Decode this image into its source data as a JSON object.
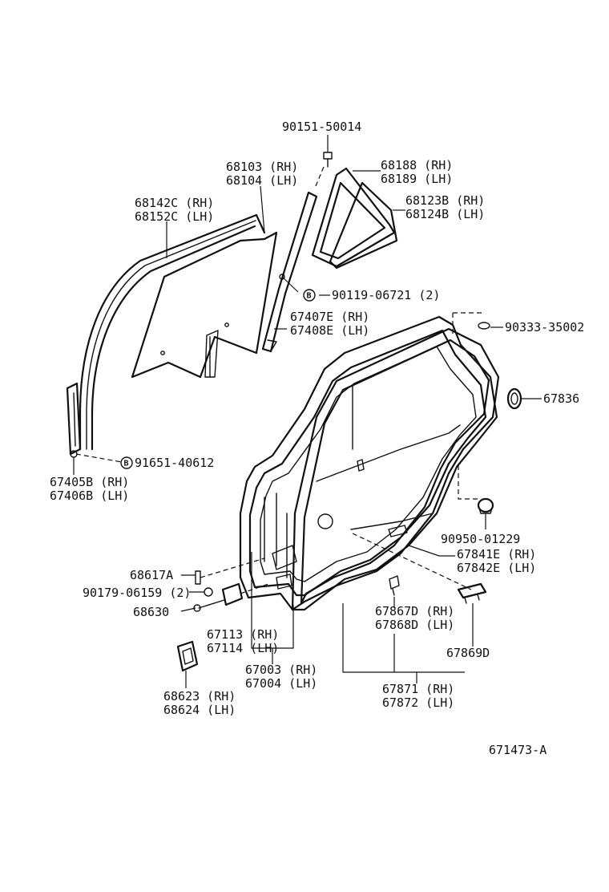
{
  "diagram_code": "671473-A",
  "callouts": {
    "c_90151": [
      "90151-50014"
    ],
    "c_68188": [
      "68188 (RH)",
      "68189 (LH)"
    ],
    "c_68103": [
      "68103 (RH)",
      "68104 (LH)"
    ],
    "c_68123": [
      "68123B (RH)",
      "68124B (LH)"
    ],
    "c_68142": [
      "68142C (RH)",
      "68152C (LH)"
    ],
    "c_90119": [
      "90119-06721 (2)"
    ],
    "c_67407": [
      "67407E (RH)",
      "67408E (LH)"
    ],
    "c_90333": [
      "90333-35002"
    ],
    "c_67836": [
      "67836"
    ],
    "c_91651": [
      "91651-40612"
    ],
    "c_67405": [
      "67405B (RH)",
      "67406B (LH)"
    ],
    "c_90950": [
      "90950-01229"
    ],
    "c_67841": [
      "67841E (RH)",
      "67842E (LH)"
    ],
    "c_68617": [
      "68617A"
    ],
    "c_90179": [
      "90179-06159 (2)"
    ],
    "c_68630": [
      "68630"
    ],
    "c_67113": [
      "67113 (RH)",
      "67114 (LH)"
    ],
    "c_67867": [
      "67867D (RH)",
      "67868D (LH)"
    ],
    "c_67869": [
      "67869D"
    ],
    "c_67003": [
      "67003 (RH)",
      "67004 (LH)"
    ],
    "c_67871": [
      "67871 (RH)",
      "67872 (LH)"
    ],
    "c_68623": [
      "68623 (RH)",
      "68624 (LH)"
    ]
  },
  "badges": {
    "b_90119": "B",
    "b_91651": "B"
  }
}
